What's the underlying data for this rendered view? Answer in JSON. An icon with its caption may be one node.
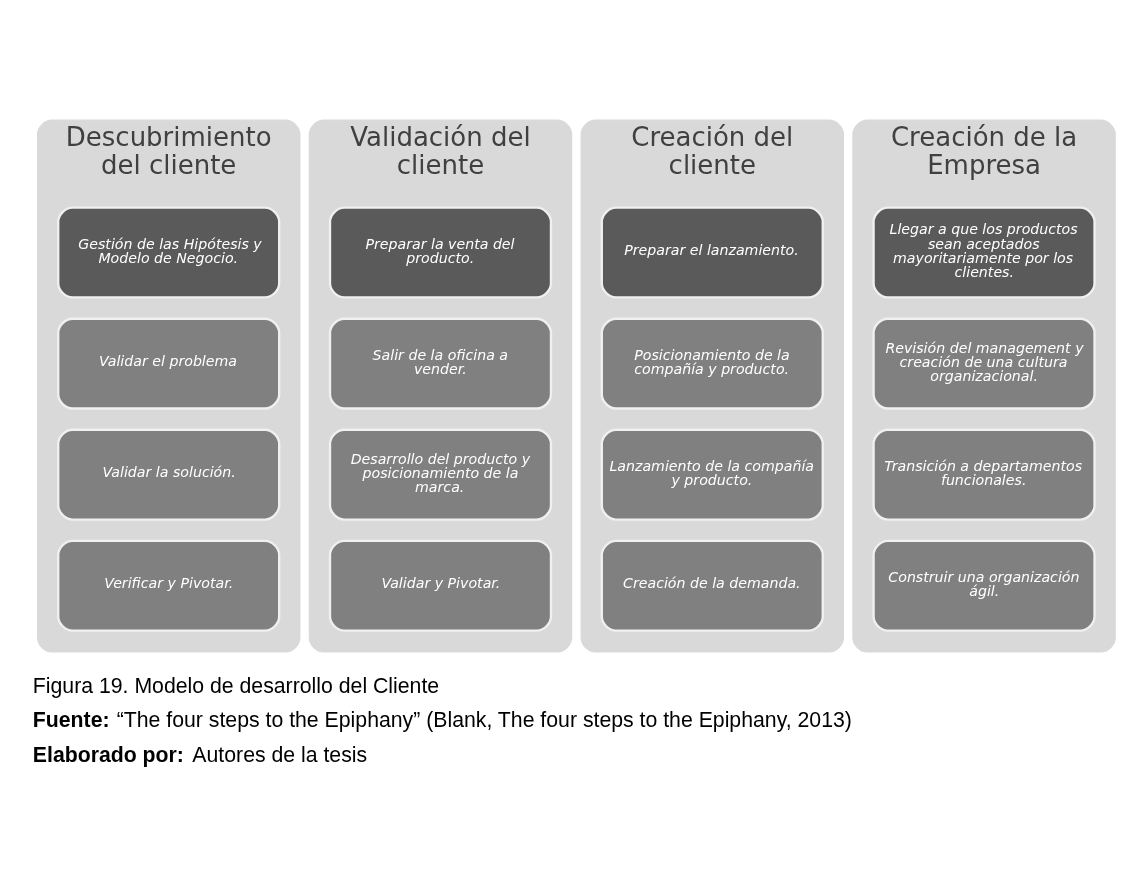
{
  "diagram": {
    "nodes": [
      {
        "text": [
          "Descubrimiento del cliente"
        ]
      },
      {
        "text": [
          "Gestión de las Hipótesis y Modelo de Negocio."
        ],
        "in": 0
      },
      {
        "text": [
          "Validar el problema"
        ],
        "in": 0
      },
      {
        "text": [
          "Validar la solución."
        ],
        "in": 0
      },
      {
        "text": [
          "Verificar y Pivotar."
        ],
        "in": 0
      },
      {
        "text": [
          "Validación del cliente"
        ]
      },
      {
        "text": [
          "Preparar la venta del producto."
        ],
        "in": 5
      },
      {
        "text": [
          "Salir de la oficina a vender."
        ],
        "in": 5
      },
      {
        "text": [
          "Desarrollo del producto y posicionamiento de la marca."
        ],
        "in": 5
      },
      {
        "text": [
          "Validar y Pivotar."
        ],
        "in": 5
      },
      {
        "text": [
          "Creación del cliente"
        ]
      },
      {
        "text": [
          "Preparar el lanzamiento."
        ],
        "in": 10
      },
      {
        "text": [
          "Posicionamiento de la compañía y producto."
        ],
        "in": 10
      },
      {
        "text": [
          "Lanzamiento de la compañía y producto."
        ],
        "in": 10
      },
      {
        "text": [
          "Creación de la demanda."
        ],
        "in": 10
      },
      {
        "text": [
          "Creación de la Empresa"
        ]
      },
      {
        "text": [
          "Llegar a que los productos sean aceptados mayoritariamente por los clientes."
        ],
        "in": 15
      },
      {
        "text": [
          "Revisión del management y creación de una cultura organizacional."
        ],
        "in": 15
      },
      {
        "text": [
          "Transición a departamentos funcionales."
        ],
        "in": 15
      },
      {
        "text": [
          "Construir una organización ágil."
        ],
        "in": 15
      }
    ],
    "edges": [],
    "labels": [
      "Figura 19. Modelo de desarrollo del Cliente",
      "**Fuente:** “The four steps to the Epiphany” (Blank, The four steps to the Epiphany, 2013)",
      "**Elaborado por:** Autores de la tesis"
    ]
  }
}
